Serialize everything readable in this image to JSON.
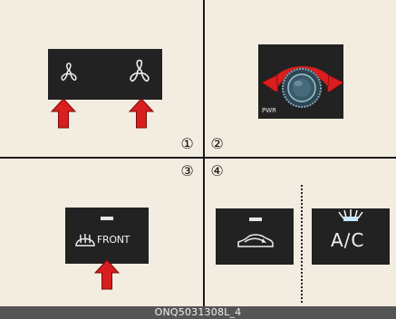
{
  "caption": "ONQ5031308L_4",
  "step_numbers": [
    "①",
    "②",
    "③",
    "④"
  ],
  "controls": {
    "power_knob_label": "PWR",
    "defrost_label": "FRONT",
    "ac_label": "A/C"
  },
  "icons": {
    "fan_low": "fan-icon",
    "fan_high": "fan-icon",
    "power_knob": "knob-icon",
    "rotation_arrow": "curved-double-arrow-icon",
    "front_defrost": "front-defrost-icon",
    "recirculation": "car-recirculation-icon",
    "ac_indicator": "indicator-light-icon",
    "press_arrow": "up-arrow-icon"
  },
  "colors": {
    "background": "#f3ece0",
    "panel": "#222222",
    "arrow_red": "#d81e1e",
    "caption_bar": "#555555"
  }
}
